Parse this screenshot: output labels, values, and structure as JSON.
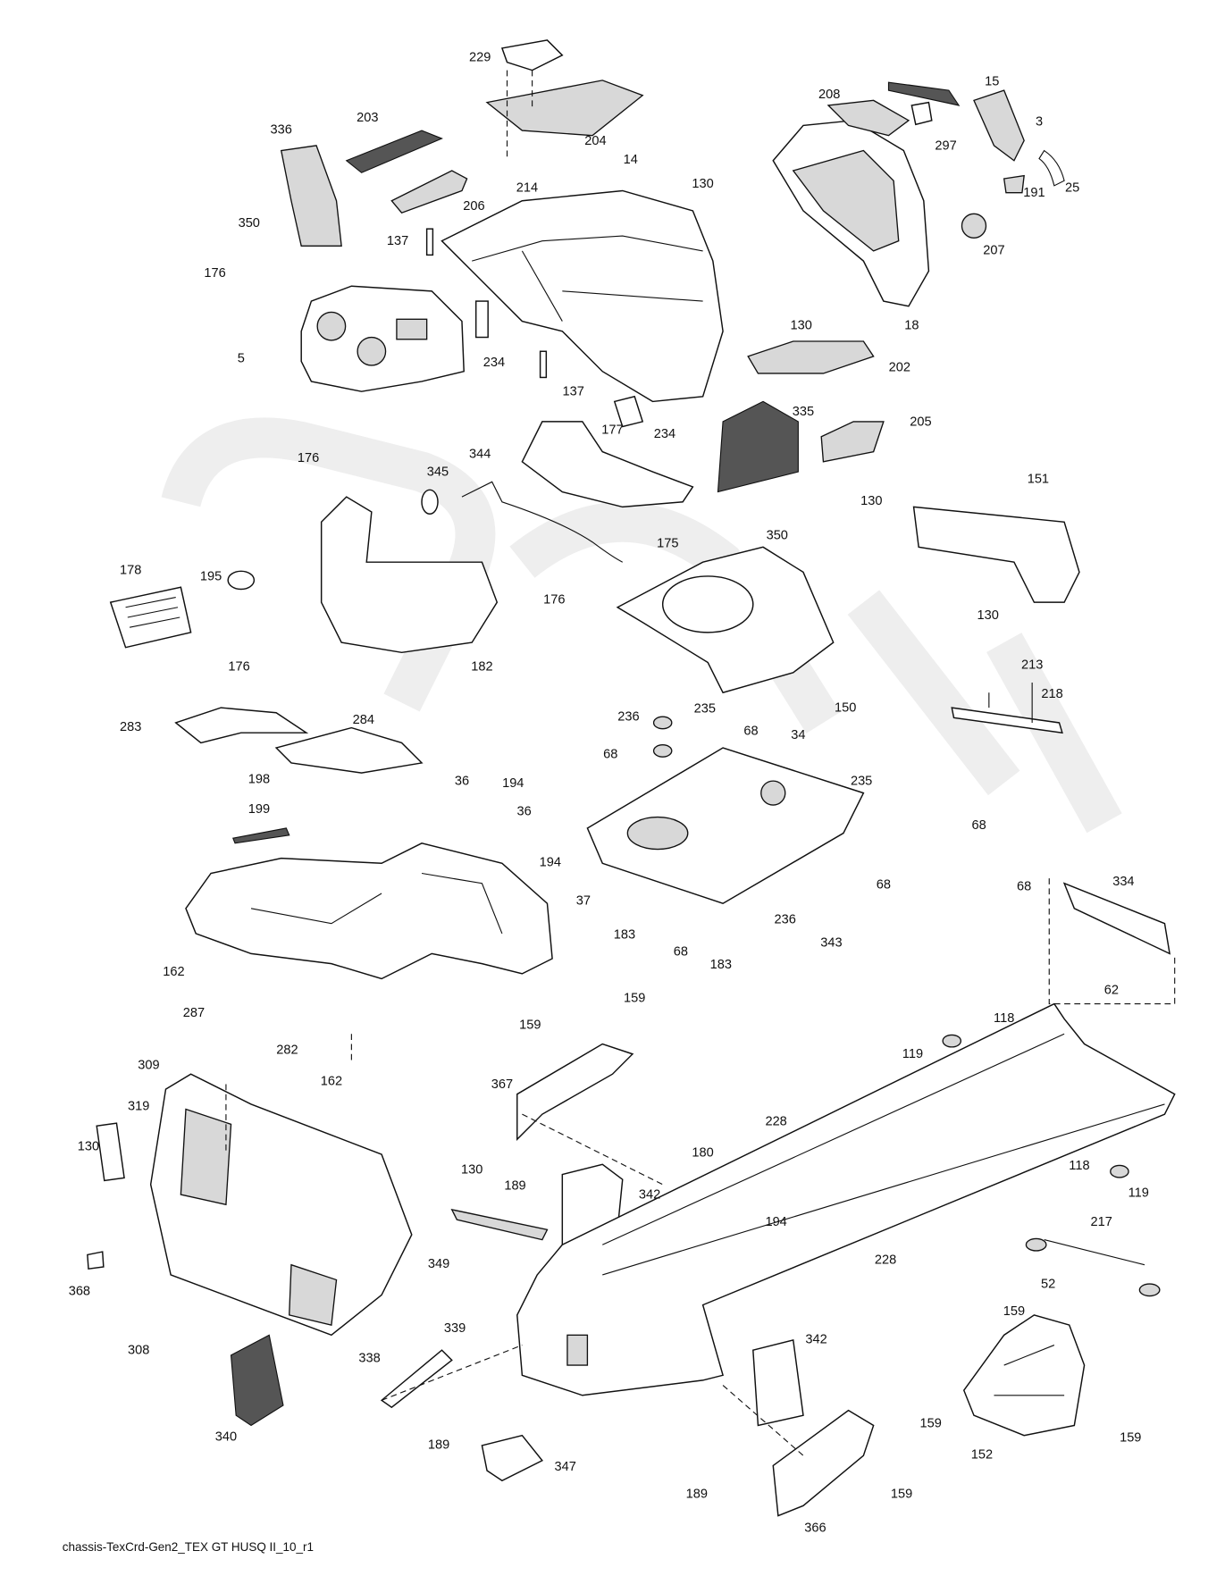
{
  "caption": "chassis-TexCrd-Gen2_TEX GT HUSQ II_10_r1",
  "labels": [
    "229",
    "203",
    "204",
    "14",
    "208",
    "15",
    "297",
    "3",
    "25",
    "130",
    "191",
    "207",
    "336",
    "214",
    "206",
    "350",
    "137",
    "176",
    "130",
    "18",
    "5",
    "234",
    "137",
    "202",
    "234",
    "335",
    "205",
    "176",
    "177",
    "344",
    "345",
    "151",
    "130",
    "175",
    "350",
    "178",
    "195",
    "176",
    "130",
    "176",
    "182",
    "150",
    "213",
    "236",
    "235",
    "68",
    "34",
    "218",
    "283",
    "284",
    "68",
    "235",
    "68",
    "36",
    "194",
    "198",
    "36",
    "199",
    "194",
    "68",
    "236",
    "68",
    "334",
    "37",
    "183",
    "343",
    "68",
    "183",
    "62",
    "162",
    "287",
    "159",
    "159",
    "282",
    "119",
    "118",
    "162",
    "367",
    "309",
    "319",
    "228",
    "180",
    "130",
    "118",
    "119",
    "130",
    "189",
    "342",
    "194",
    "217",
    "349",
    "228",
    "52",
    "368",
    "159",
    "342",
    "308",
    "339",
    "338",
    "340",
    "159",
    "152",
    "159",
    "189",
    "347",
    "189",
    "159",
    "366"
  ]
}
